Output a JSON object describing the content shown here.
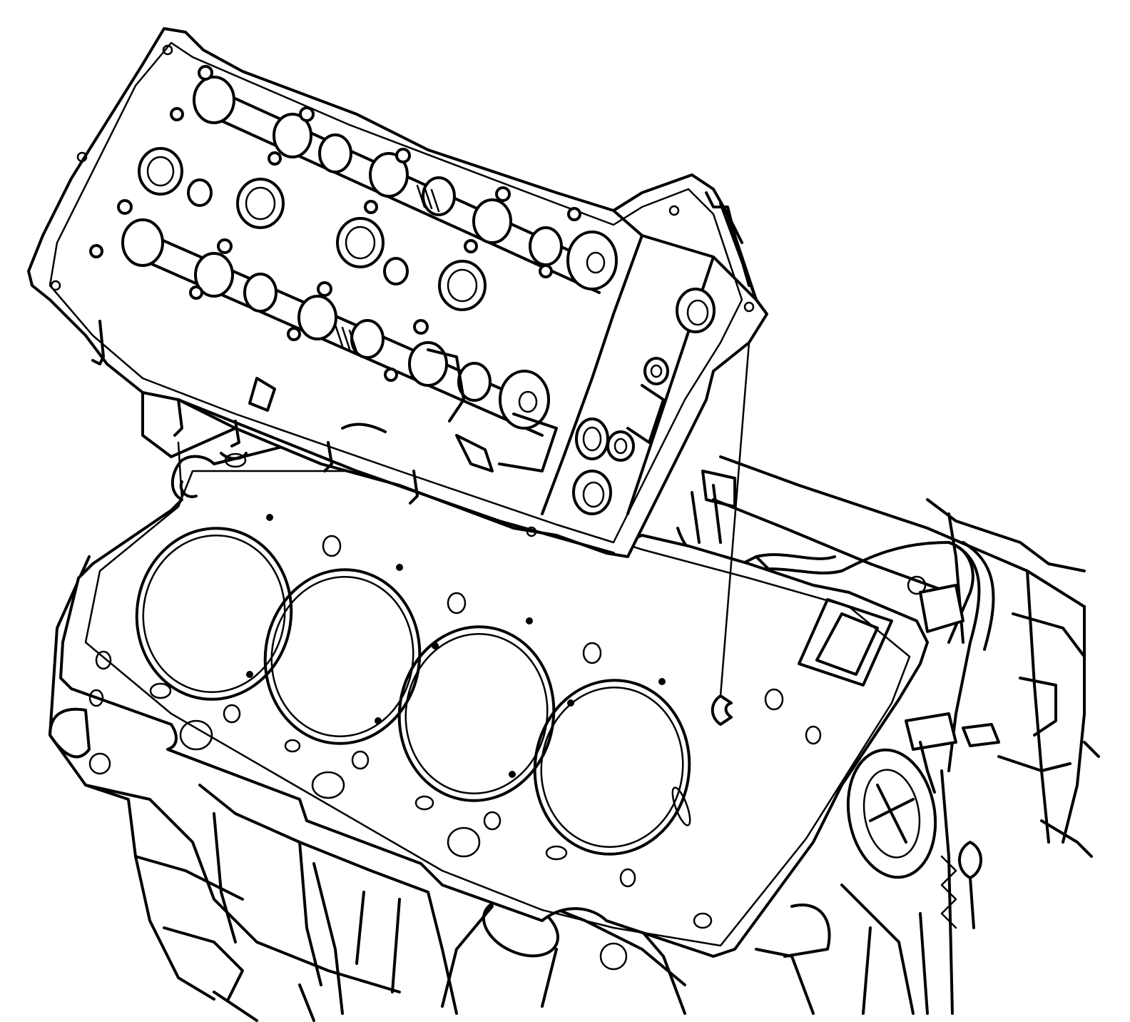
{
  "illustration": {
    "subject": "engine",
    "parts": [
      {
        "id": "cylinder-head",
        "label": ""
      },
      {
        "id": "head-gasket",
        "label": ""
      },
      {
        "id": "engine-block",
        "label": ""
      }
    ],
    "style": {
      "line_color": "#000000",
      "background": "#ffffff"
    }
  }
}
